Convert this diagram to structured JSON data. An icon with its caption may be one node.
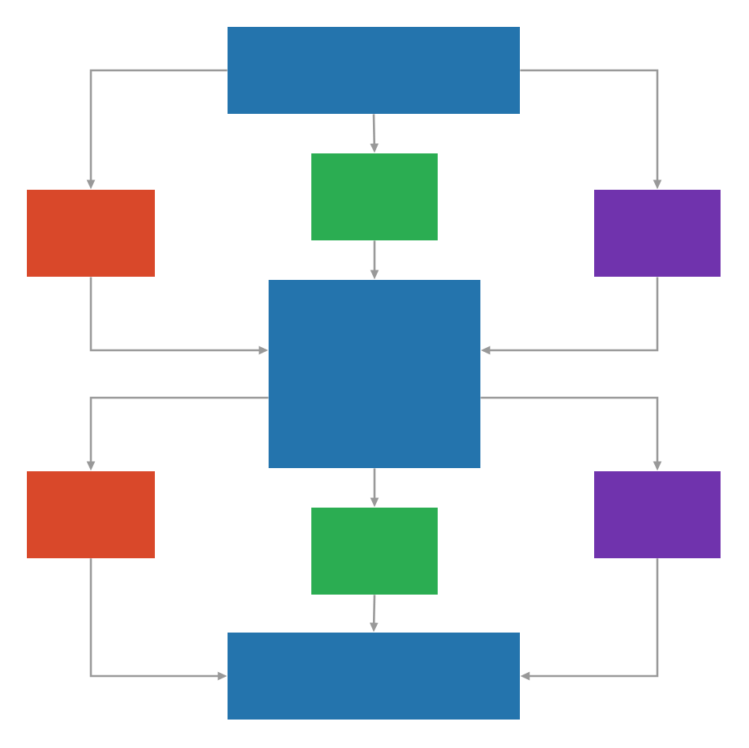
{
  "diagram": {
    "nodes": [
      {
        "text": [],
        "shape": "box"
      },
      {
        "text": [],
        "shape": "box"
      },
      {
        "text": [],
        "shape": "box"
      },
      {
        "text": [],
        "shape": "box"
      },
      {
        "text": [],
        "shape": "box"
      },
      {
        "text": [],
        "shape": "box"
      },
      {
        "text": [],
        "shape": "box"
      },
      {
        "text": [],
        "shape": "box"
      },
      {
        "text": [],
        "shape": "box"
      }
    ],
    "edges": [
      {
        "from": 0,
        "to": 1,
        "arrow": "to"
      },
      {
        "from": 0,
        "to": 2,
        "arrow": "to"
      },
      {
        "from": 0,
        "to": 3,
        "arrow": "to"
      },
      {
        "from": 1,
        "to": 4,
        "arrow": "to"
      },
      {
        "from": 2,
        "to": 4,
        "arrow": "to"
      },
      {
        "from": 3,
        "to": 4,
        "arrow": "to"
      },
      {
        "from": 4,
        "to": 5,
        "arrow": "to"
      },
      {
        "from": 4,
        "to": 6,
        "arrow": "to"
      },
      {
        "from": 4,
        "to": 7,
        "arrow": "to"
      },
      {
        "from": 5,
        "to": 8,
        "arrow": "to"
      },
      {
        "from": 6,
        "to": 8,
        "arrow": "to"
      },
      {
        "from": 7,
        "to": 8,
        "arrow": "to"
      }
    ]
  }
}
